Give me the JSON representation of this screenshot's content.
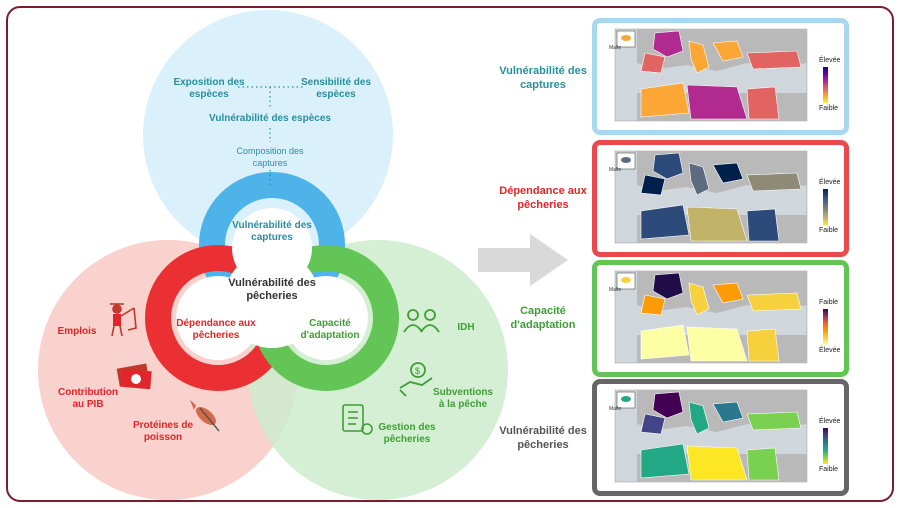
{
  "venn": {
    "blue_circle": {
      "exposure": "Exposition des espèces",
      "sensitivity": "Sensibilité des espèces",
      "species_vulnerability": "Vulnérabilité des espèces",
      "catch_composition": "Composition des captures",
      "ring": "Vulnérabilité des captures"
    },
    "center": "Vulnérabilité des pêcheries",
    "red_circle": {
      "ring": "Dépendance aux pêcheries",
      "employment": "Emplois",
      "gdp": "Contribution au PIB",
      "fish_protein": "Protéines de poisson"
    },
    "green_circle": {
      "ring": "Capacité d'adaptation",
      "hdi": "IDH",
      "subsidies": "Subventions à la pêche",
      "management": "Gestion des pêcheries"
    },
    "colors": {
      "blue": "#4db3e8",
      "red": "#ea3033",
      "green": "#63c555"
    }
  },
  "maps": [
    {
      "label": "Vulnérabilité des captures",
      "label_color": "#2a8f9e",
      "border_color": "#a8d8f0",
      "legend_top": "Élevée",
      "legend_bottom": "Faible",
      "palette": "plasma"
    },
    {
      "label": "Dépendance aux pêcheries",
      "label_color": "#e0262a",
      "border_color": "#ea4a4d",
      "legend_top": "Élevée",
      "legend_bottom": "Faible",
      "palette": "cividis"
    },
    {
      "label": "Capacité d'adaptation",
      "label_color": "#3f9f35",
      "border_color": "#63c555",
      "legend_top": "Faible",
      "legend_bottom": "Élevée",
      "palette": "inferno"
    },
    {
      "label": "Vulnérabilité des pêcheries",
      "label_color": "#555555",
      "border_color": "#666666",
      "legend_top": "Élevée",
      "legend_bottom": "Faible",
      "palette": "viridis"
    }
  ],
  "map_inset_label": "Malte"
}
